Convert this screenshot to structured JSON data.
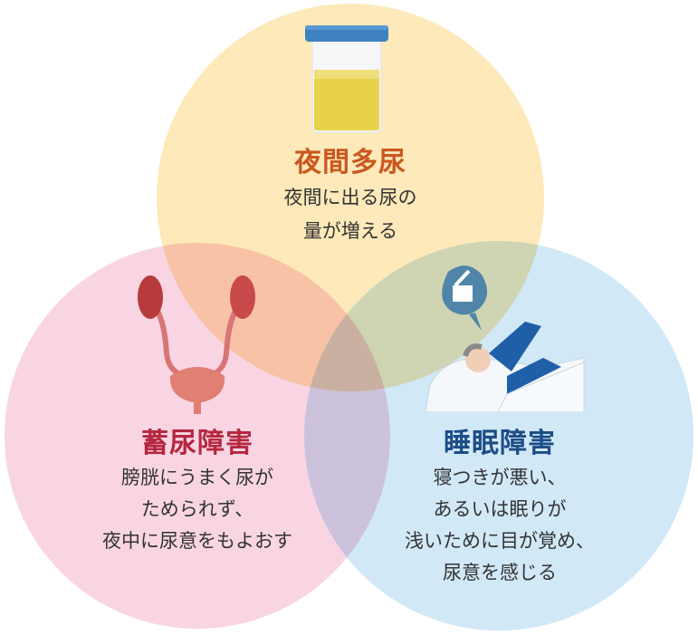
{
  "colors": {
    "nocturnal_polyuria": "#c9581f",
    "storage_disorder": "#b5283f",
    "sleep_disorder": "#1c4d86"
  },
  "circles": [
    {
      "id": "nocturnal-polyuria",
      "title": "夜間多尿",
      "description": [
        "夜間に出る尿の",
        "量が増える"
      ],
      "icon": "urine-cup-icon"
    },
    {
      "id": "storage-disorder",
      "title": "蓄尿障害",
      "description": [
        "膀胱にうまく尿が",
        "ためられず、",
        "夜中に尿意をもよおす"
      ],
      "icon": "kidney-bladder-icon"
    },
    {
      "id": "sleep-disorder",
      "title": "睡眠障害",
      "description": [
        "寝つきが悪い、",
        "あるいは眠りが",
        "浅いために目が覚め、",
        "尿意を感じる"
      ],
      "icon": "sleeping-man-toilet-thought-icon"
    }
  ]
}
